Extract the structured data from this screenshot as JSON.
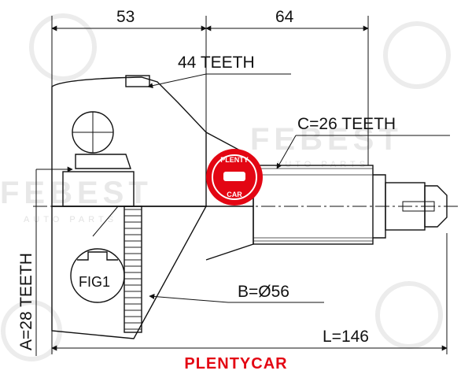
{
  "dimensions": {
    "top_left": "53",
    "top_right": "64",
    "outer_teeth": "44 TEETH",
    "shaft_teeth": "C=26 TEETH",
    "inner_teeth": "A=28 TEETH",
    "diameter": "B=Ø56",
    "length": "L=146"
  },
  "figure_label": "FIG1",
  "watermark": {
    "brand": "FEBEST",
    "sub": "AUTO PARTS"
  },
  "logo": {
    "top": "PLENTY",
    "bottom": "CAR"
  },
  "footer_brand": "PLENTYCAR",
  "colors": {
    "accent": "#e30613",
    "line": "#111111",
    "watermark": "#e8e8e8"
  }
}
